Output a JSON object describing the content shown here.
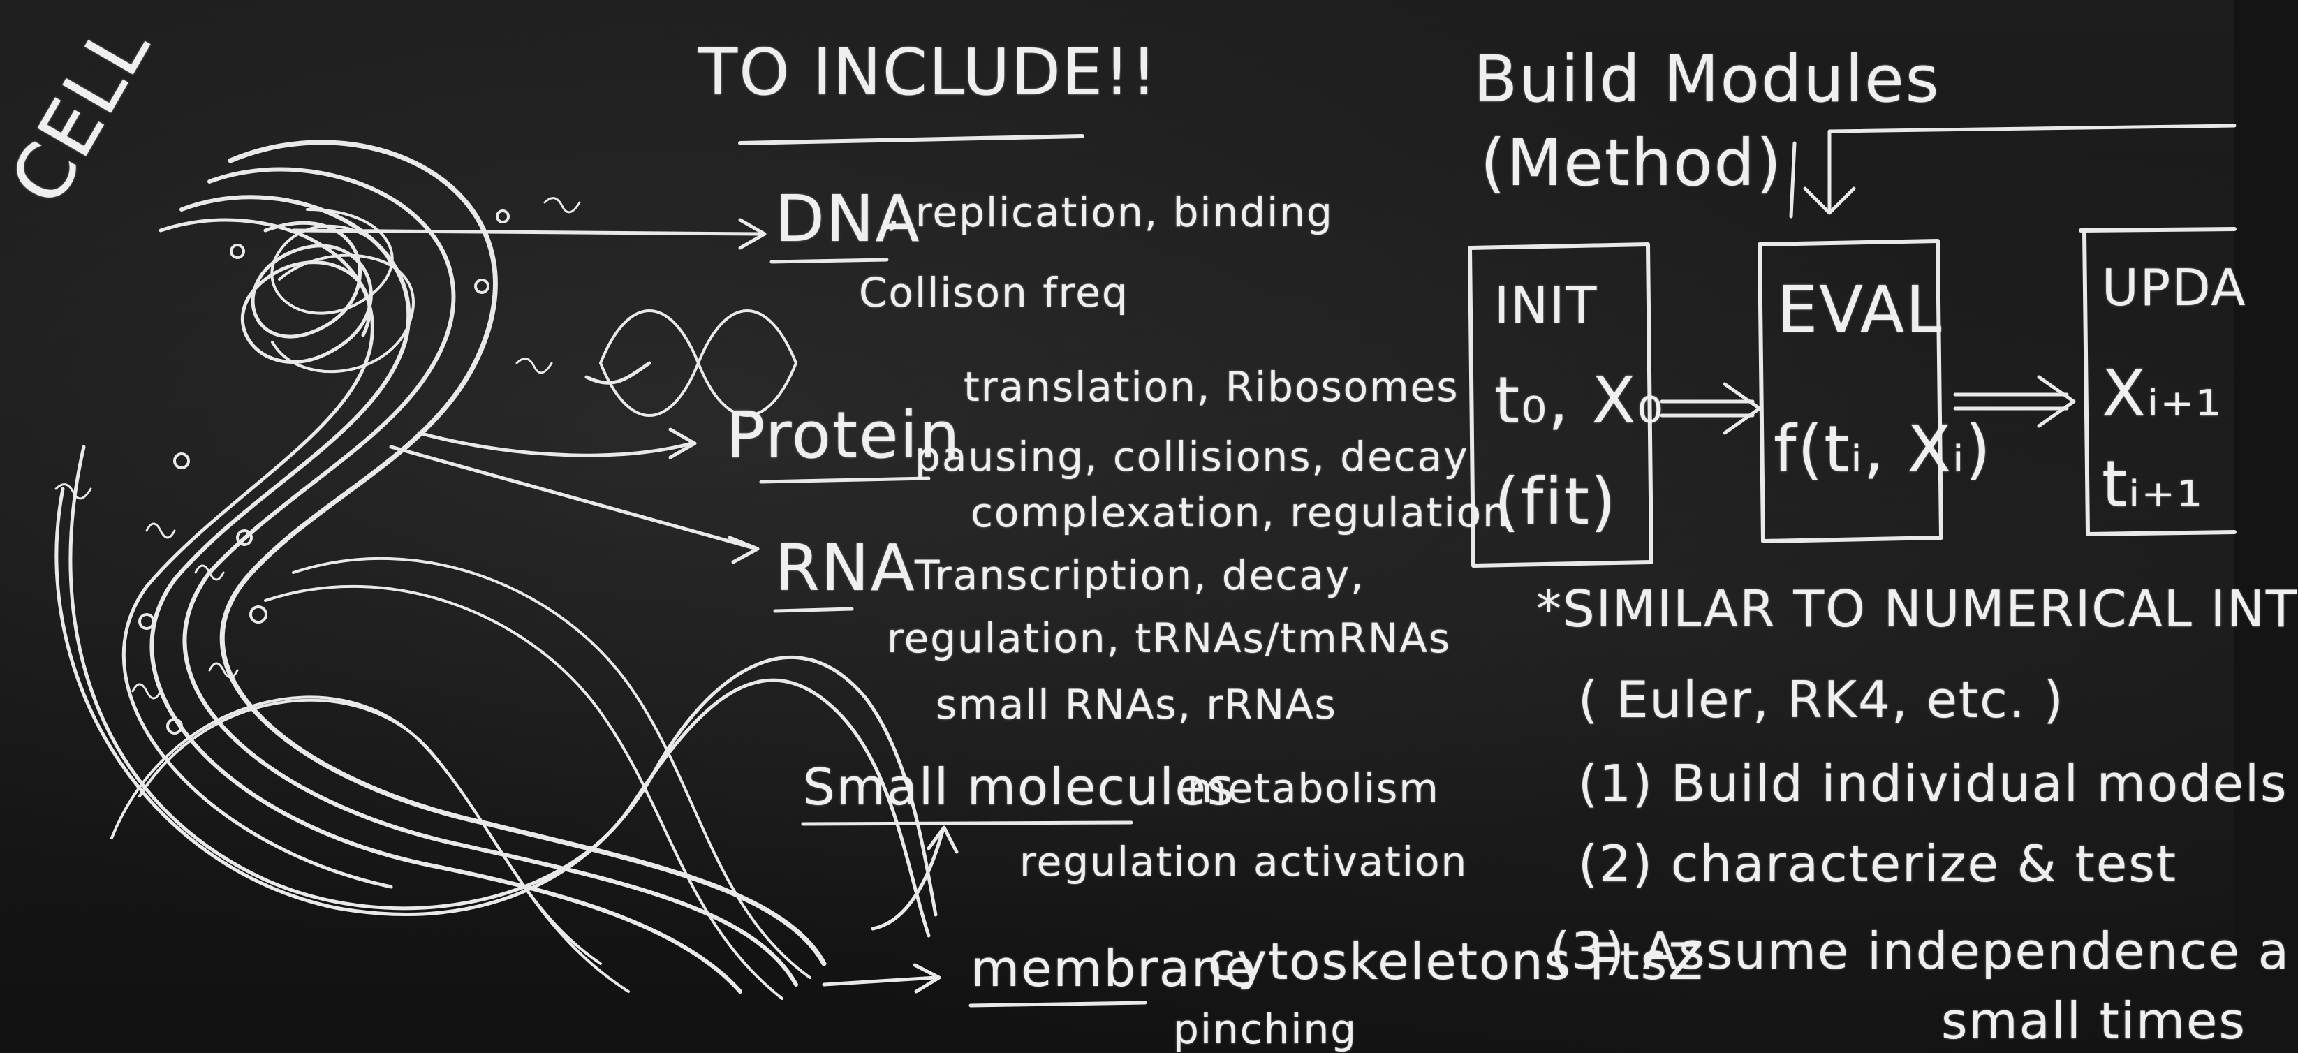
{
  "cell_label": "CELL",
  "include": {
    "heading": "TO INCLUDE!!",
    "items": [
      {
        "title": "DNA",
        "detail1": ", replication, binding",
        "detail2": "Collison freq"
      },
      {
        "title": "Protein",
        "detail1": "translation, Ribosomes",
        "detail2": "pausing, collisions, decay",
        "detail3": "complexation, regulation"
      },
      {
        "title": "RNA",
        "detail1": "Transcription, decay,",
        "detail2": "regulation, tRNAs/tmRNAs",
        "detail3": "small RNAs, rRNAs"
      },
      {
        "title": "Small molecules",
        "detail1": "metabolism",
        "detail2": "regulation activation"
      },
      {
        "title": "membrane",
        "detail1": "cytoskeletons FtsZ",
        "detail2": "pinching"
      }
    ]
  },
  "modules": {
    "heading1": "Build Modules",
    "heading2": "(Method)",
    "boxes": [
      {
        "line1": "INIT",
        "line2": "t₀, X₀",
        "line3": "(fit)"
      },
      {
        "line1": "EVAL",
        "line2": "f(tᵢ, Xᵢ)"
      },
      {
        "line1": "UPDA",
        "line2": "Xᵢ₊₁",
        "line3": "tᵢ₊₁"
      }
    ],
    "note1": "*SIMILAR TO NUMERICAL INT",
    "note2": "( Euler, RK4, etc. )",
    "steps": [
      "(1) Build individual models",
      "(2) characterize & test",
      "(3) Assume independence a",
      "small times"
    ]
  }
}
